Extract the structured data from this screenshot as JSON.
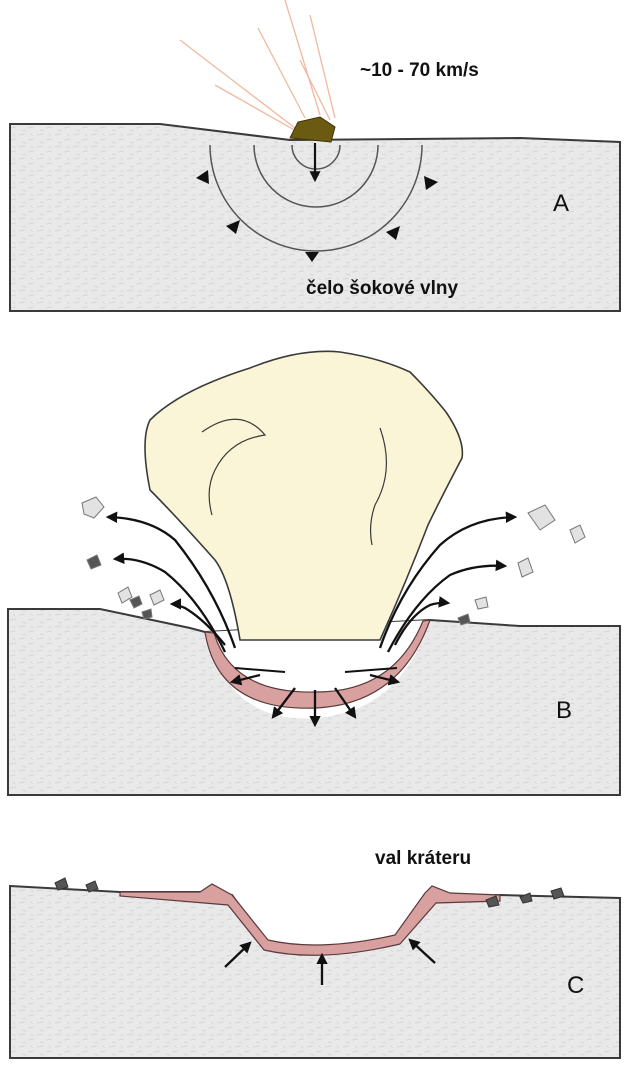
{
  "panel_a": {
    "speed_label": "~10 - 70 km/s",
    "shock_label": "čelo šokové vlny",
    "letter": "A"
  },
  "panel_b": {
    "letter": "B"
  },
  "panel_c": {
    "rim_label": "val kráteru",
    "letter": "C"
  },
  "colors": {
    "rock": "#e9e9e9",
    "outline": "#3a3a3a",
    "meteor": "#6b5a12",
    "plume": "#f9f5d6",
    "melt": "#d9a0a0",
    "rays": "#f0b8a0"
  }
}
